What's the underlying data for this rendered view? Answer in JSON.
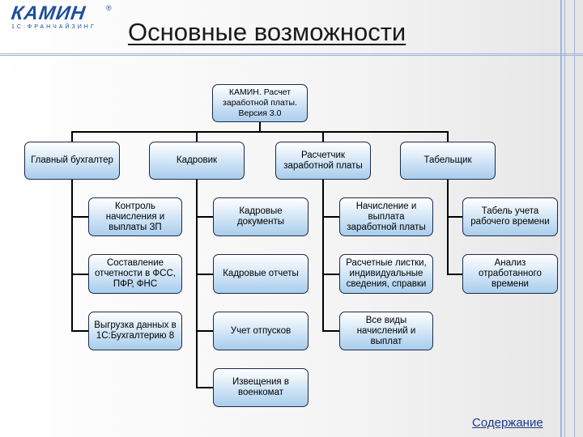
{
  "logo": {
    "main": "КАМИН",
    "sub": "1С:ФРАНЧАЙЗИНГ",
    "reg": "®"
  },
  "title": "Основные возможности",
  "root": "КАМИН. Расчет заработной платы. Версия 3.0",
  "roles": [
    {
      "label": "Главный бухгалтер",
      "items": [
        "Контроль начисления и выплаты ЗП",
        "Составление отчетности в ФСС, ПФР, ФНС",
        "Выгрузка данных  в 1С:Бухгалтерию 8"
      ]
    },
    {
      "label": "Кадровик",
      "items": [
        "Кадровые документы",
        "Кадровые отчеты",
        "Учет отпусков",
        "Извещения в военкомат"
      ]
    },
    {
      "label": "Расчетчик заработной платы",
      "items": [
        "Начисление и выплата заработной платы",
        "Расчетные листки, индивидуальные сведения, справки",
        "Все виды начислений и выплат"
      ]
    },
    {
      "label": "Табельщик",
      "items": [
        "Табель учета рабочего времени",
        "Анализ отработанного времени"
      ]
    }
  ],
  "footer_link": "Содержание",
  "colors": {
    "box_fill_top": "#ffffff",
    "box_fill_bottom": "#a9cdec",
    "border": "#1a2a4a",
    "decor_lines": "#9fb4d8",
    "link": "#1a3a8a"
  }
}
